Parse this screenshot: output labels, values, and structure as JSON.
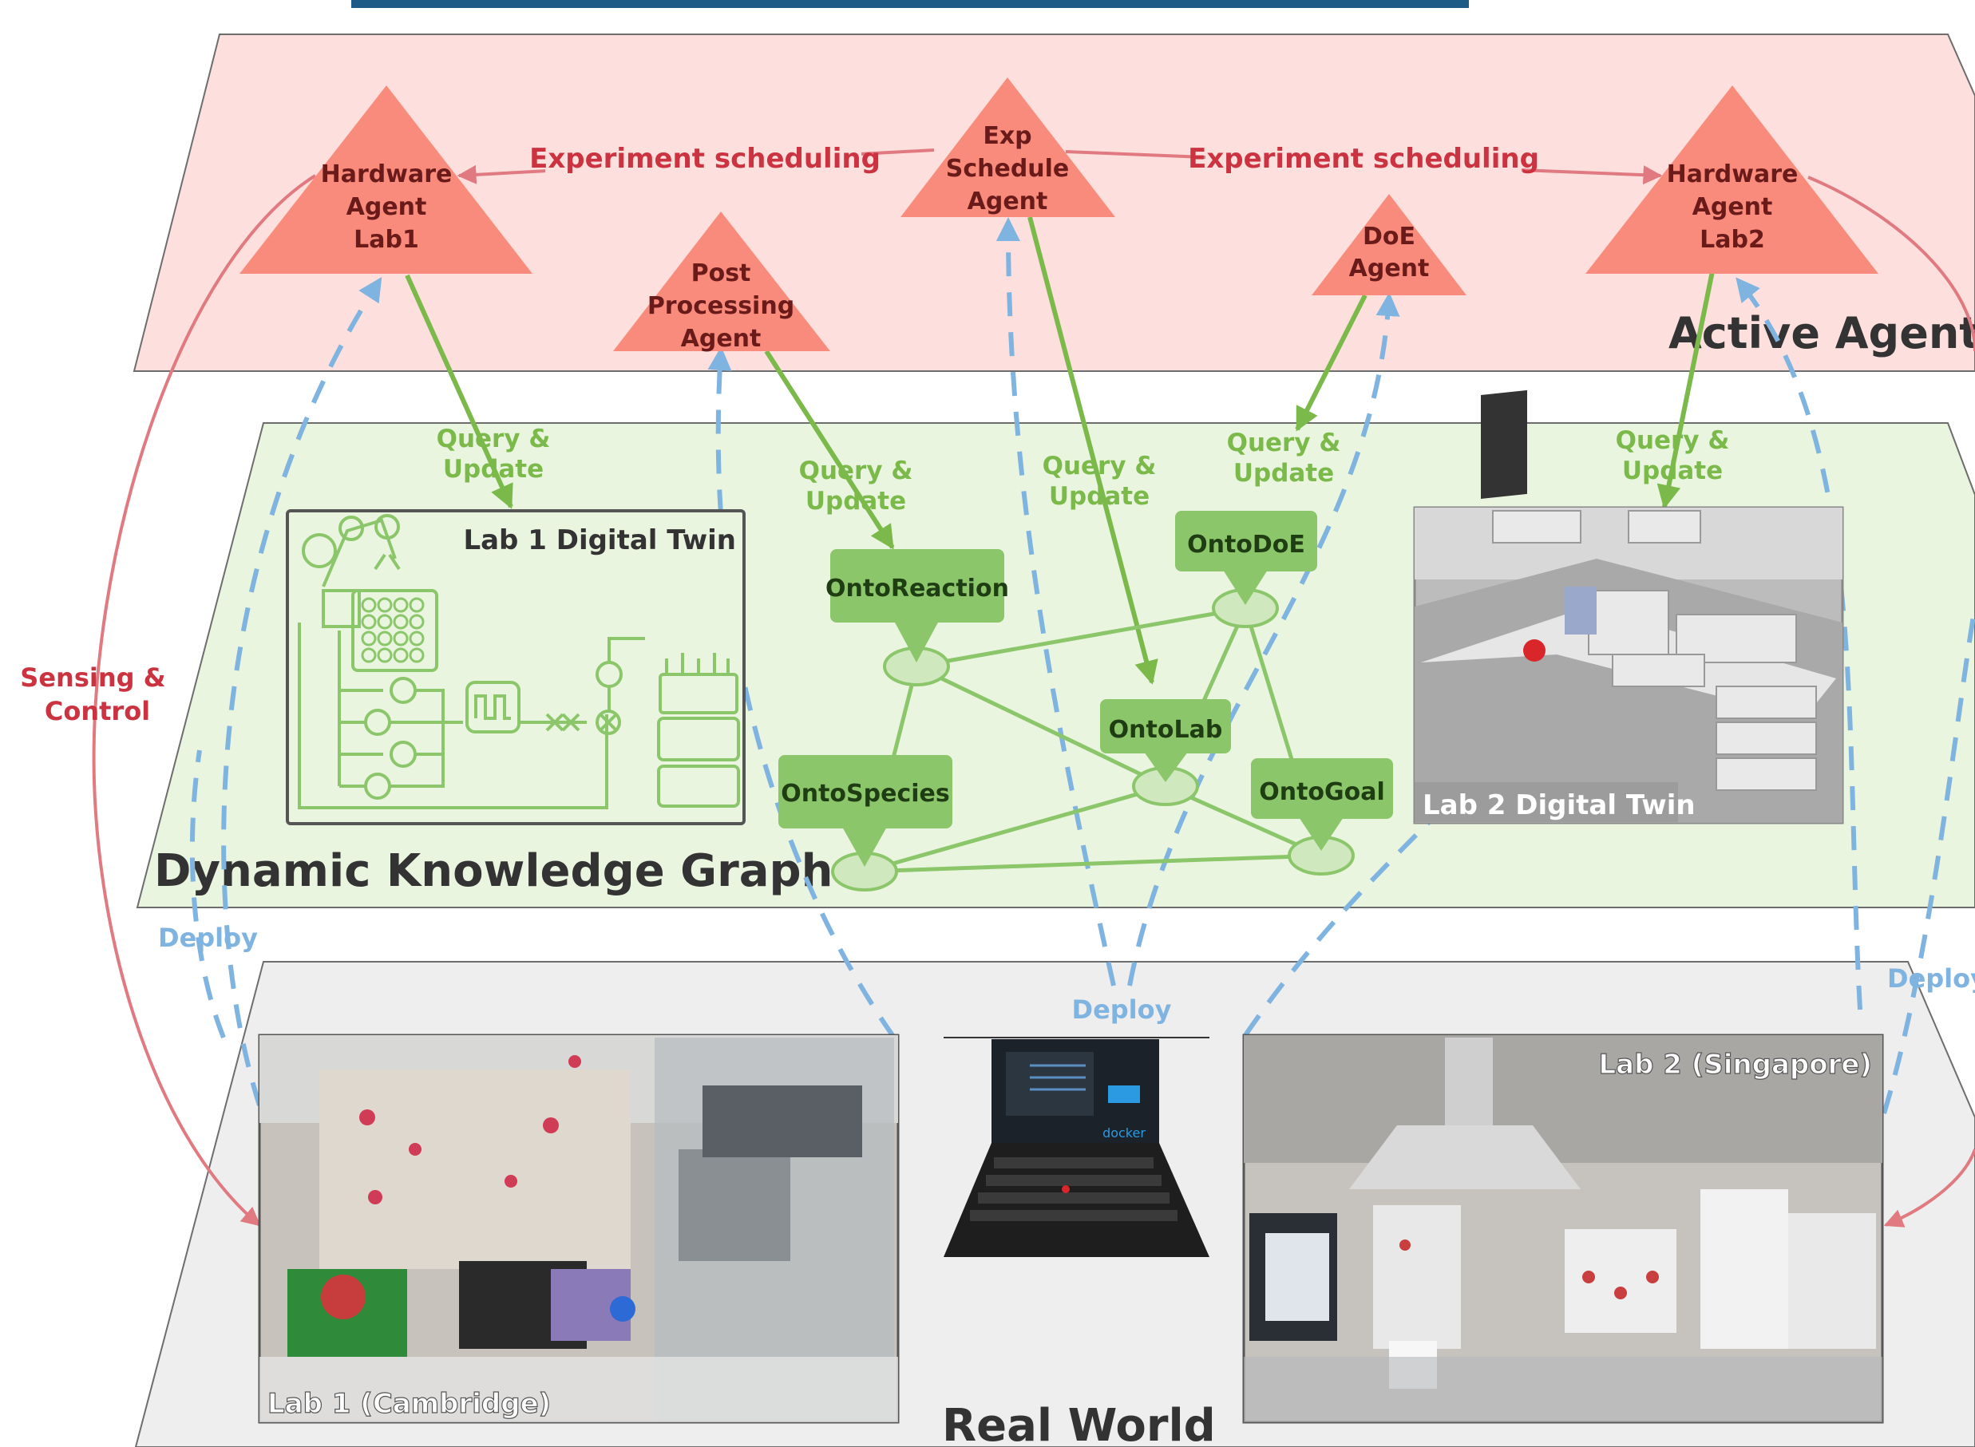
{
  "layers": {
    "agents_title": "Active Agents",
    "kg_title": "Dynamic Knowledge Graph",
    "real_title": "Real World"
  },
  "agents": {
    "hw1": [
      "Hardware",
      "Agent",
      "Lab1"
    ],
    "post": [
      "Post",
      "Processing",
      "Agent"
    ],
    "exp": [
      "Exp",
      "Schedule",
      "Agent"
    ],
    "doe": [
      "DoE",
      "Agent"
    ],
    "hw2": [
      "Hardware",
      "Agent",
      "Lab2"
    ]
  },
  "edges": {
    "exp_sched": "Experiment scheduling",
    "query_update": [
      "Query &",
      "Update"
    ],
    "sensing_control": [
      "Sensing &",
      "Control"
    ],
    "deploy": "Deploy"
  },
  "ontologies": {
    "reaction": "OntoReaction",
    "species": "OntoSpecies",
    "lab": "OntoLab",
    "doe": "OntoDoE",
    "goal": "OntoGoal"
  },
  "panels": {
    "lab1_twin": "Lab 1 Digital Twin",
    "lab2_twin": "Lab 2 Digital Twin",
    "lab1_photo": "Lab 1 (Cambridge)",
    "lab2_photo": "Lab 2 (Singapore)",
    "laptop_screen_text": "docker"
  },
  "colors": {
    "agent_fill": "#f98b7c",
    "agent_layer": "#fde0dd",
    "kg_layer": "#eaf5e0",
    "real_layer": "#eeeeee",
    "onto_green": "#8cc66a",
    "query_green": "#7bba4a",
    "deploy_blue": "#7fb3e0",
    "sched_red": "#cc3340",
    "title_dark": "#333333"
  }
}
